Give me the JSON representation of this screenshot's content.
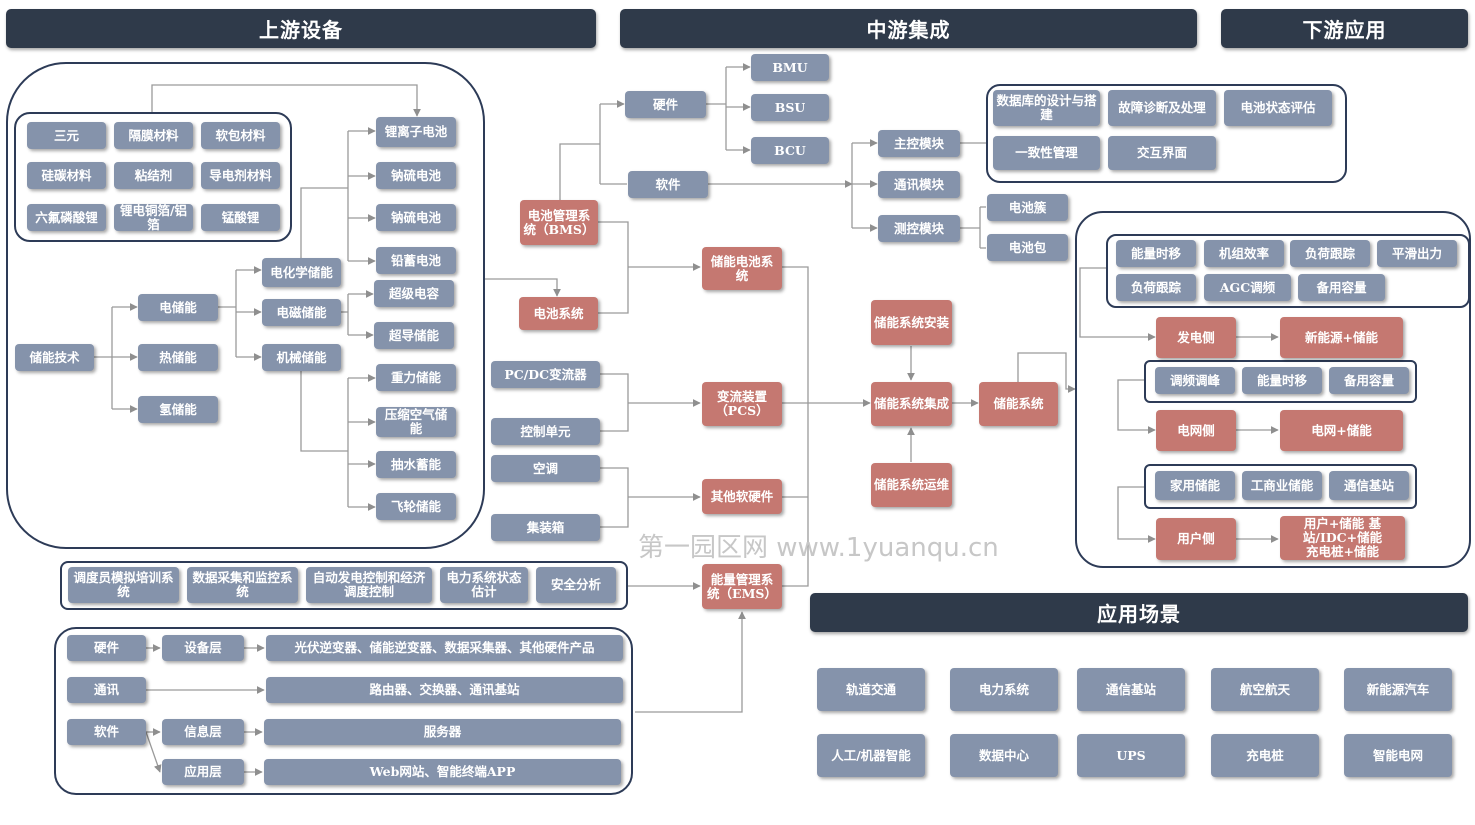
{
  "headers": {
    "upstream": "上游设备",
    "midstream": "中游集成",
    "downstream": "下游应用",
    "scenes": "应用场景"
  },
  "watermark": "第一园区网 www.1yuanqu.cn",
  "upstream": {
    "materials": [
      "三元",
      "隔膜材料",
      "软包材料",
      "硅碳材料",
      "粘结剂",
      "导电剂材料",
      "六氟磷酸锂",
      "锂电铜箔/铝箔",
      "锰酸锂"
    ],
    "root": "储能技术",
    "level1": [
      "电储能",
      "热储能",
      "氢储能"
    ],
    "level2": [
      "电化学储能",
      "电磁储能",
      "机械储能"
    ],
    "electrochemical": [
      "锂离子电池",
      "钠硫电池",
      "钠硫电池",
      "铅蓄电池"
    ],
    "electromagnetic": [
      "超级电容",
      "超导储能"
    ],
    "mechanical": [
      "重力储能",
      "压缩空气储能",
      "抽水蓄能",
      "飞轮储能"
    ]
  },
  "midstream": {
    "bms": "电池管理系统（BMS）",
    "hardware": "硬件",
    "software": "软件",
    "bms_parts": [
      "BMU",
      "BSU",
      "BCU"
    ],
    "modules": [
      "主控模块",
      "通讯模块",
      "测控模块"
    ],
    "mainctrl_funcs": [
      "数据库的设计与搭建",
      "故障诊断及处理",
      "电池状态评估",
      "一致性管理",
      "交互界面"
    ],
    "measure_items": [
      "电池簇",
      "电池包"
    ],
    "battery_system": "电池系统",
    "storage_battery_system": "储能电池系统",
    "pcs_inputs": [
      "PC/DC变流器",
      "控制单元"
    ],
    "pcs": "变流装置（PCS）",
    "other_inputs": [
      "空调",
      "集装箱"
    ],
    "other": "其他软硬件",
    "ems_funcs": [
      "调度员模拟培训系统",
      "数据采集和监控系统",
      "自动发电控制和经济调度控制",
      "电力系统状态估计",
      "安全分析"
    ],
    "ems": "能量管理系统（EMS）",
    "ems_rows": {
      "hardware": "硬件",
      "device_layer": "设备层",
      "device_products": "光伏逆变器、储能逆变器、数据采集器、其他硬件产品",
      "comm": "通讯",
      "comm_products": "路由器、交换器、通讯基站",
      "software": "软件",
      "info_layer": "信息层",
      "server": "服务器",
      "app_layer": "应用层",
      "apps": "Web网站、智能终端APP"
    },
    "install": "储能系统安装",
    "integration": "储能系统集成",
    "ops": "储能系统运维"
  },
  "downstream": {
    "system": "储能系统",
    "gen_funcs": [
      "能量时移",
      "机组效率",
      "负荷跟踪",
      "平滑出力",
      "负荷跟踪",
      "AGC调频",
      "备用容量"
    ],
    "gen_side": "发电侧",
    "gen_result": "新能源+储能",
    "grid_funcs": [
      "调频调峰",
      "能量时移",
      "备用容量"
    ],
    "grid_side": "电网侧",
    "grid_result": "电网+储能",
    "user_funcs": [
      "家用储能",
      "工商业储能",
      "通信基站"
    ],
    "user_side": "用户侧",
    "user_result": "用户+储能 基站/IDC+储能 充电桩+储能"
  },
  "scenes": [
    "轨道交通",
    "电力系统",
    "通信基站",
    "航空航天",
    "新能源汽车",
    "人工/机器智能",
    "数据中心",
    "UPS",
    "充电桩",
    "智能电网"
  ]
}
